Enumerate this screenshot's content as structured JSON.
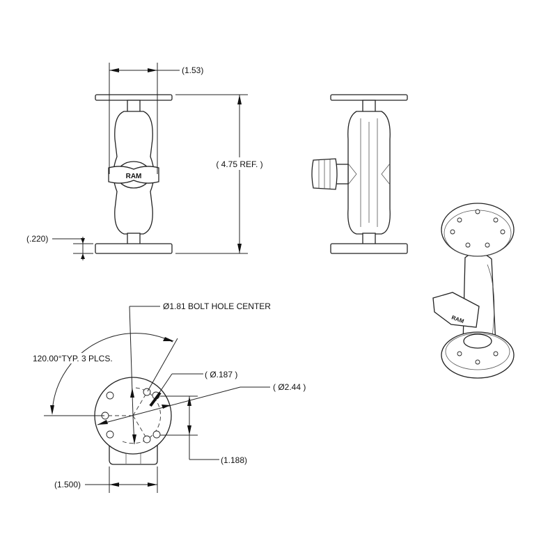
{
  "drawing": {
    "front_view": {
      "width_dim": "(1.53)",
      "height_dim": "( 4.75 REF. )",
      "plate_thickness_dim": "(.220)",
      "logo_text": "RAM"
    },
    "bottom_view": {
      "bolt_hole_center": "Ø1.81 BOLT HOLE CENTER",
      "angle": "120.00°TYP. 3 PLCS.",
      "hole_diameter": "( Ø.187 )",
      "plate_diameter": "( Ø2.44 )",
      "offset_dim": "(1.188)",
      "knob_width_dim": "(1.500)"
    },
    "iso_view": {
      "logo_text": "RAM"
    },
    "colors": {
      "line": "#222222",
      "background": "#ffffff"
    }
  }
}
